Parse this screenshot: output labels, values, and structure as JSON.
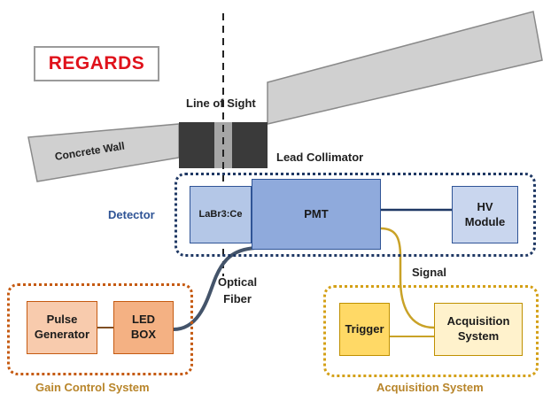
{
  "title": "REGARDS",
  "labels": {
    "line_of_sight": "Line of Sight",
    "concrete_wall": "Concrete Wall",
    "lead_collimator": "Lead Collimator",
    "detector": "Detector",
    "signal": "Signal",
    "optical_fiber_line1": "Optical",
    "optical_fiber_line2": "Fiber"
  },
  "components": {
    "crystal": "LaBr3:Ce",
    "pmt": "PMT",
    "hv_module_line1": "HV",
    "hv_module_line2": "Module",
    "pulse_generator_line1": "Pulse",
    "pulse_generator_line2": "Generator",
    "led_box_line1": "LED",
    "led_box_line2": "BOX",
    "trigger": "Trigger",
    "acquisition_line1": "Acquisition",
    "acquisition_line2": "System"
  },
  "systems": {
    "gain_control": "Gain Control System",
    "acquisition": "Acquisition System"
  },
  "colors": {
    "title_red": "#e0121b",
    "wall_fill": "#d0d0d0",
    "detector_blue": "#8faadc",
    "crystal_blue": "#b4c7e7",
    "hv_blue": "#c9d6ee",
    "pulse_orange": "#f8cbad",
    "led_orange": "#f4b183",
    "trigger_yellow": "#ffd966",
    "acq_yellow": "#fff2cc",
    "gain_border": "#c55a11",
    "acq_border": "#d4a017",
    "detector_border": "#1f3864"
  }
}
